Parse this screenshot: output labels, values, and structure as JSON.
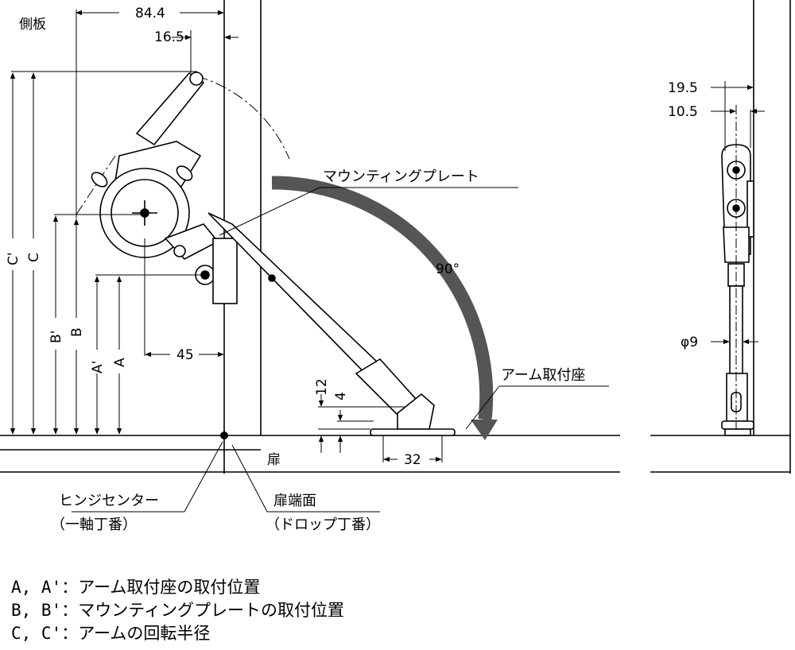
{
  "labels": {
    "side_panel": "側板",
    "door": "扉",
    "mounting_plate": "マウンティングプレート",
    "arm_bracket": "アーム取付座",
    "angle": "90°",
    "hinge_center": "ヒンジセンター",
    "hinge_center_sub": "（一軸丁番）",
    "door_end_face": "扉端面",
    "door_end_face_sub": "（ドロップ丁番）"
  },
  "dimensions": {
    "d84_4": "84.4",
    "d16_5": "16.5",
    "d45": "45",
    "d12": "12",
    "d4": "4",
    "d32": "32",
    "d19_5": "19.5",
    "d10_5": "10.5",
    "phi9": "φ9",
    "C_prime": "C'",
    "C": "C",
    "B_prime": "B'",
    "B": "B",
    "A_prime": "A'",
    "A": "A"
  },
  "legend": [
    "A, A'：アーム取付座の取付位置",
    "B, B'：マウンティングプレートの取付位置",
    "C, C'：アームの回転半径"
  ]
}
